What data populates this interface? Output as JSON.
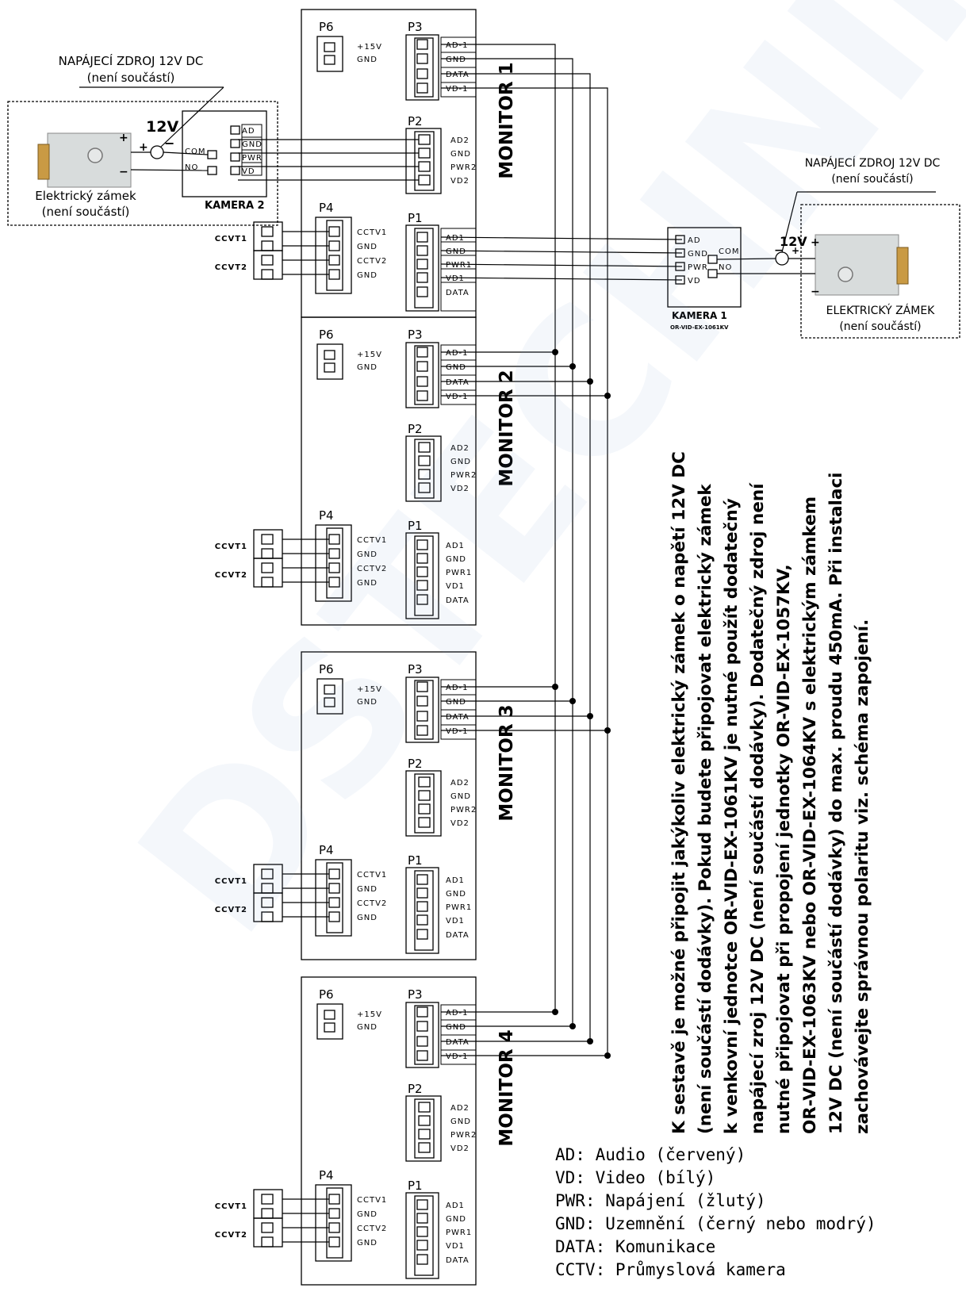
{
  "watermark": "DSTECHNIK.cz",
  "monitors": [
    {
      "title": "MONITOR 1"
    },
    {
      "title": "MONITOR 2"
    },
    {
      "title": "MONITOR 3"
    },
    {
      "title": "MONITOR 4"
    }
  ],
  "ports": {
    "p6": {
      "name": "P6",
      "pins": [
        "+15V",
        "GND"
      ]
    },
    "p3": {
      "name": "P3",
      "pins": [
        "AD-1",
        "GND",
        "DATA",
        "VD-1"
      ]
    },
    "p2": {
      "name": "P2",
      "pins": [
        "AD2",
        "GND",
        "PWR2",
        "VD2"
      ]
    },
    "p4": {
      "name": "P4",
      "pins": [
        "CCTV1",
        "GND",
        "CCTV2",
        "GND"
      ]
    },
    "p1": {
      "name": "P1",
      "pins": [
        "AD1",
        "GND",
        "PWR1",
        "VD1",
        "DATA"
      ]
    }
  },
  "cctv_labels": [
    "CCVT1",
    "CCVT2"
  ],
  "camera2": {
    "name": "KAMERA 2",
    "pins": [
      "AD",
      "GND",
      "PWR",
      "VD"
    ],
    "relay": [
      "COM",
      "NO"
    ],
    "psu_voltage": "12V",
    "psu_label": "NAPÁJECÍ ZDROJ 12V DC",
    "psu_note": "(není součástí)",
    "lock_label": "Elektrický zámek",
    "lock_note": "(není součástí)",
    "plus": "+",
    "minus": "−"
  },
  "camera1": {
    "name": "KAMERA 1",
    "model": "OR-VID-EX-1061KV",
    "pins": [
      "AD",
      "GND",
      "PWR",
      "VD"
    ],
    "relay": [
      "COM",
      "NO"
    ],
    "psu_voltage": "12V",
    "psu_label": "NAPÁJECÍ ZDROJ 12V DC",
    "psu_note": "(není součástí)",
    "lock_label": "ELEKTRICKÝ ZÁMEK",
    "lock_note": "(není součástí)",
    "plus": "+",
    "minus": "−"
  },
  "note_lines": [
    "K sestavě je možné připojit jakýkoliv elektrický zámek o napětí 12V DC",
    "(není součástí dodávky). Pokud budete připojovat elektrický zámek",
    "k venkovní jednotce OR-VID-EX-1061KV je nutné použít dodatečný",
    "napájecí zroj 12V DC (není součástí dodávky). Dodatečný zdroj není",
    "nutné připojovat při propojení jednotky OR-VID-EX-1057KV,",
    "OR-VID-EX-1063KV nebo OR-VID-EX-1064KV s elektrickým zámkem",
    "12V DC (není součástí dodávky) do max. proudu 450mA. Při instalaci",
    "zachovávejte správnou polaritu viz. schéma zapojení."
  ],
  "legend": [
    "AD: Audio (červený)",
    "VD: Video (bílý)",
    "PWR: Napájení (žlutý)",
    "GND: Uzemnění (černý nebo modrý)",
    "DATA: Komunikace",
    "CCTV: Průmyslová kamera"
  ]
}
